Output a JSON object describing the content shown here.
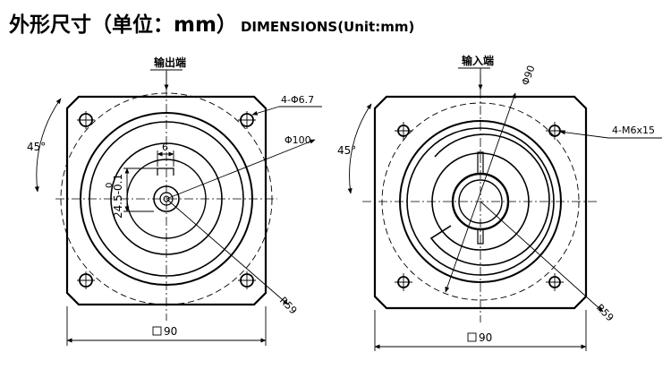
{
  "title": {
    "cn": "外形尺寸（单位：mm）",
    "en": "DIMENSIONS(Unit:mm)"
  },
  "left_view": {
    "end_label": "输出端",
    "angle": "45°",
    "hole_callout": "4-Φ6.7",
    "key_width": "6",
    "circle_dia": "Φ100",
    "tolerance_upper": "0",
    "shaft_dim": "24.5-0.1",
    "radius": "R59",
    "square": "90"
  },
  "right_view": {
    "end_label": "输入端",
    "circle_dia": "Φ90",
    "angle": "45°",
    "hole_callout": "4-M6x15",
    "radius": "R59",
    "square": "90"
  }
}
